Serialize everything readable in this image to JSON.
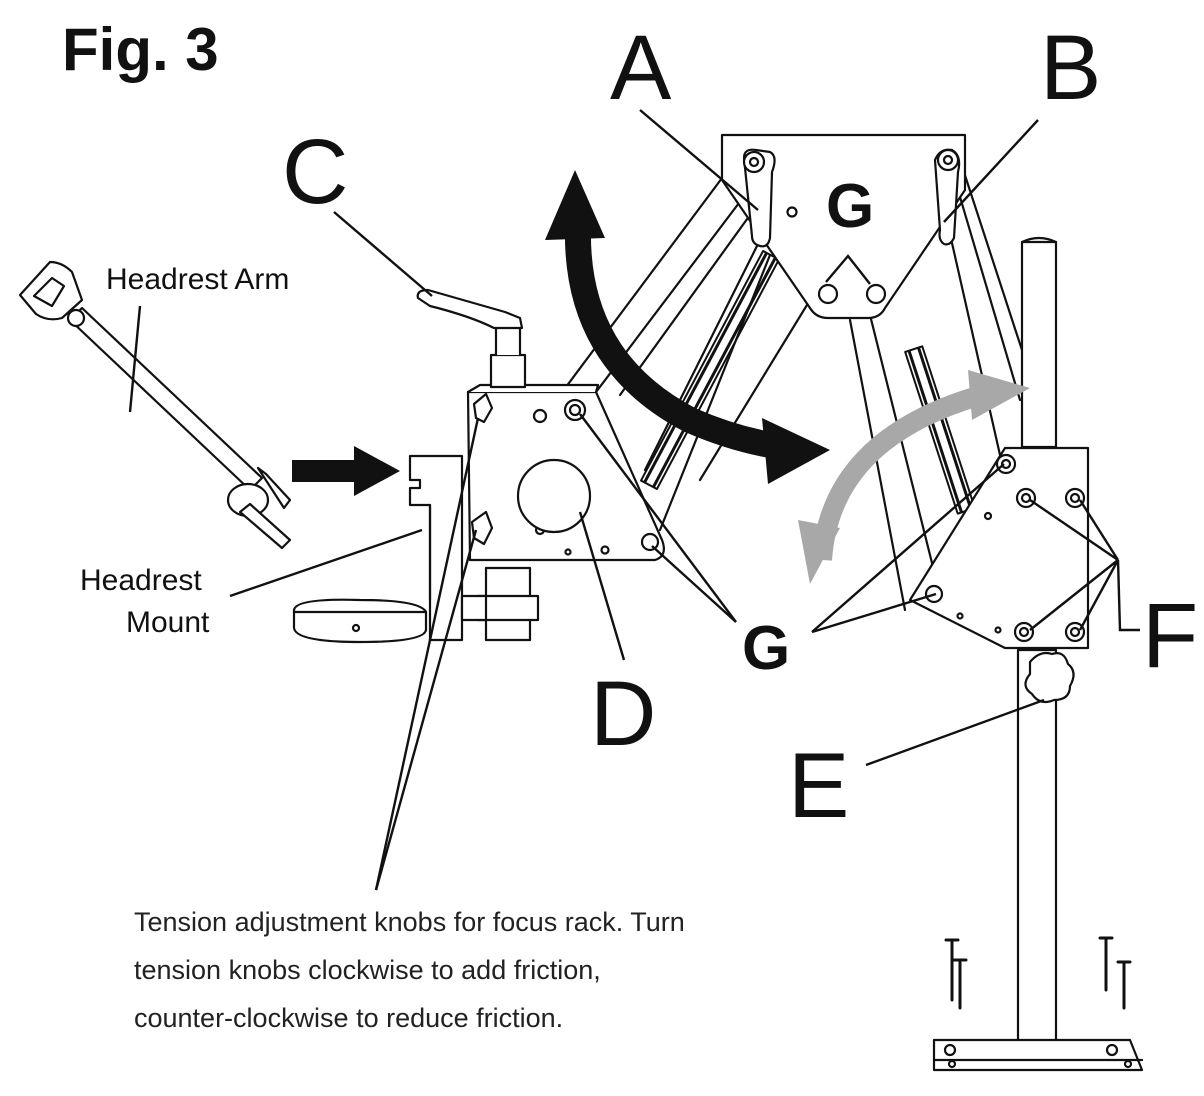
{
  "figure": {
    "title": "Fig. 3"
  },
  "labels": {
    "A": "A",
    "B": "B",
    "C": "C",
    "D": "D",
    "E": "E",
    "F": "F",
    "G_top": "G",
    "G_bottom": "G",
    "headrest_arm": "Headrest Arm",
    "headrest_mount_line1": "Headrest",
    "headrest_mount_line2": "Mount"
  },
  "caption": "Tension adjustment knobs for focus rack. Turn tension knobs clockwise to add friction, counter-clockwise to reduce friction.",
  "colors": {
    "ink": "#111111",
    "arrow_dark": "#111111",
    "arrow_gray": "#a8a8a8",
    "background": "#ffffff"
  }
}
